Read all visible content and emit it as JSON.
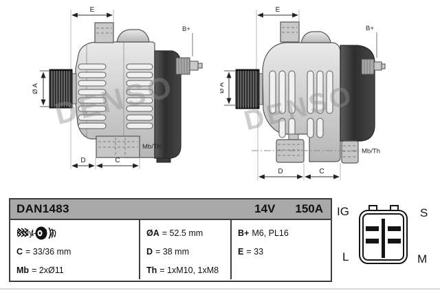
{
  "part": {
    "number": "DAN1483",
    "voltage": "14V",
    "amperage": "150A"
  },
  "specs": {
    "pulley": {
      "icon": "pulley-belt-icon",
      "value": "Poly-VF 7"
    },
    "c": {
      "label": "C",
      "value": "= 33/36 mm"
    },
    "mb": {
      "label": "Mb",
      "value": "= 2xØ11"
    },
    "dia_a": {
      "label": "ØA",
      "value": "= 52.5 mm"
    },
    "d": {
      "label": "D",
      "value": "= 38 mm"
    },
    "th": {
      "label": "Th",
      "value": "= 1xM10, 1xM8"
    },
    "b_plus": {
      "label": "B+",
      "value": "M6, PL16"
    },
    "e": {
      "label": "E",
      "value": "= 33"
    }
  },
  "connector": {
    "pin_top_left": "IG",
    "pin_top_right": "S",
    "pin_bottom_left": "L",
    "pin_bottom_right": "M"
  },
  "drawing": {
    "watermark": "DENSO",
    "dim_e": "E",
    "dim_dia_a": "Ø A",
    "dim_d": "D",
    "dim_c": "C",
    "terminal_b_plus": "B+",
    "mount_label": "Mb/Th"
  },
  "colors": {
    "table_header_bg": "#a9a9a9",
    "table_border": "#3c3c3c",
    "rear_cover": "#303030",
    "body_gray": "#cfcfcf"
  }
}
